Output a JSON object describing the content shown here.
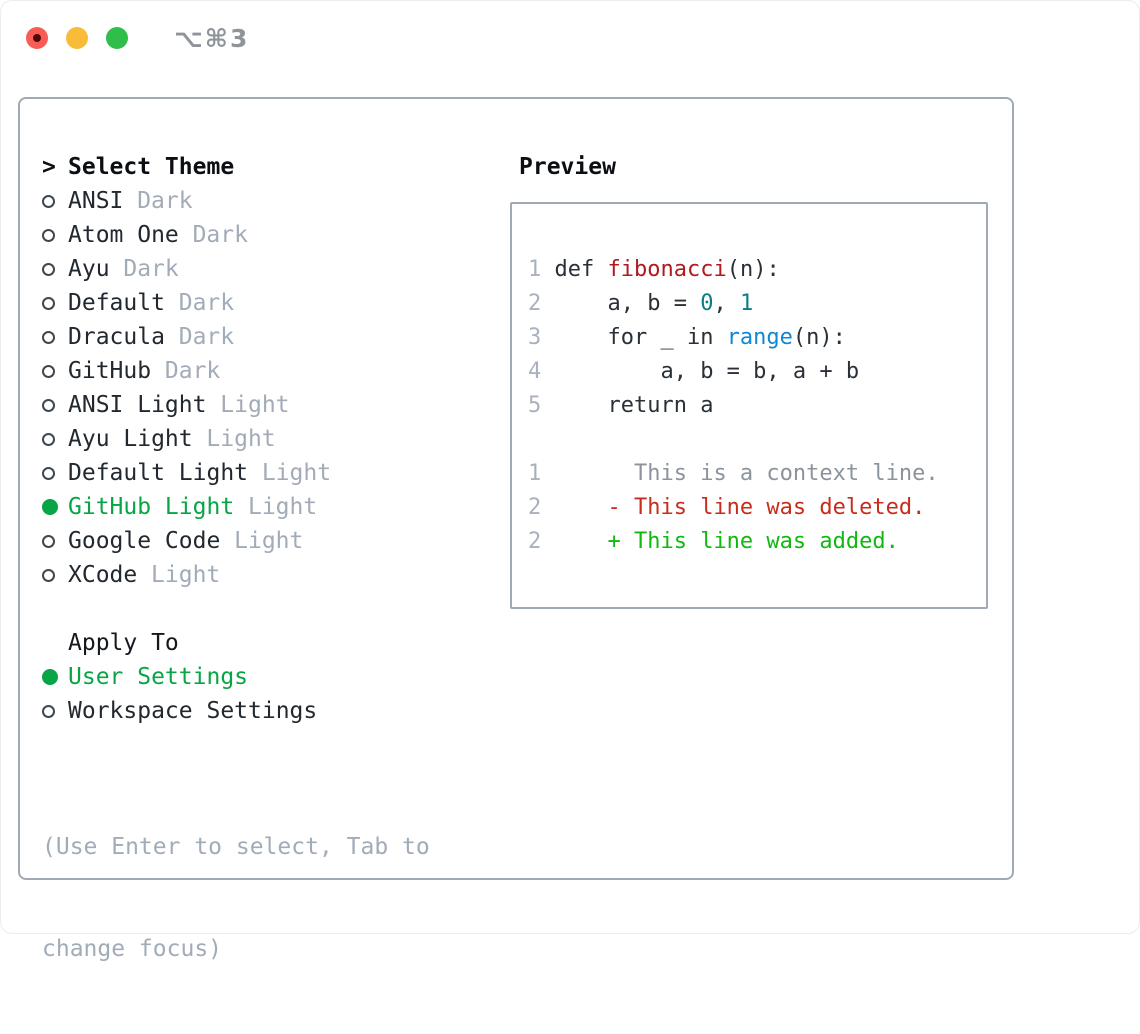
{
  "titlebar": {
    "title": "⌥⌘3",
    "buttons": [
      "close",
      "minimize",
      "zoom"
    ]
  },
  "theme_panel": {
    "prompt": ">",
    "header": "Select Theme",
    "items": [
      {
        "name": "ANSI",
        "variant": "Dark",
        "selected": false
      },
      {
        "name": "Atom One",
        "variant": "Dark",
        "selected": false
      },
      {
        "name": "Ayu",
        "variant": "Dark",
        "selected": false
      },
      {
        "name": "Default",
        "variant": "Dark",
        "selected": false
      },
      {
        "name": "Dracula",
        "variant": "Dark",
        "selected": false
      },
      {
        "name": "GitHub",
        "variant": "Dark",
        "selected": false
      },
      {
        "name": "ANSI Light",
        "variant": "Light",
        "selected": false
      },
      {
        "name": "Ayu Light",
        "variant": "Light",
        "selected": false
      },
      {
        "name": "Default Light",
        "variant": "Light",
        "selected": false
      },
      {
        "name": "GitHub Light",
        "variant": "Light",
        "selected": true
      },
      {
        "name": "Google Code",
        "variant": "Light",
        "selected": false
      },
      {
        "name": "XCode",
        "variant": "Light",
        "selected": false
      }
    ]
  },
  "apply_panel": {
    "header": "Apply To",
    "items": [
      {
        "name": "User Settings",
        "selected": true
      },
      {
        "name": "Workspace Settings",
        "selected": false
      }
    ]
  },
  "hint": {
    "line1": "(Use Enter to select, Tab to",
    "line2": "change focus)"
  },
  "preview": {
    "header": "Preview",
    "code_lines": [
      {
        "num": "1",
        "segments": [
          {
            "text": "def ",
            "color": "code"
          },
          {
            "text": "fibonacci",
            "color": "function"
          },
          {
            "text": "(n):",
            "color": "code"
          }
        ]
      },
      {
        "num": "2",
        "segments": [
          {
            "text": "    a, b = ",
            "color": "code"
          },
          {
            "text": "0",
            "color": "number"
          },
          {
            "text": ", ",
            "color": "code"
          },
          {
            "text": "1",
            "color": "number"
          }
        ]
      },
      {
        "num": "3",
        "segments": [
          {
            "text": "    for _ in ",
            "color": "code"
          },
          {
            "text": "range",
            "color": "builtin"
          },
          {
            "text": "(n):",
            "color": "code"
          }
        ]
      },
      {
        "num": "4",
        "segments": [
          {
            "text": "        a, b = b, a + b",
            "color": "code"
          }
        ]
      },
      {
        "num": "5",
        "segments": [
          {
            "text": "    return a",
            "color": "code"
          }
        ]
      },
      {
        "num": "",
        "segments": []
      },
      {
        "num": "1",
        "segments": [
          {
            "text": "      This is a context line.",
            "color": "context"
          }
        ]
      },
      {
        "num": "2",
        "segments": [
          {
            "text": "    - This line was deleted.",
            "color": "deleted"
          }
        ]
      },
      {
        "num": "2",
        "segments": [
          {
            "text": "    + This line was added.",
            "color": "added"
          }
        ]
      }
    ]
  },
  "colors": {
    "text_primary": "#22282f",
    "muted": "#a2abb8",
    "selected_green": "#08a546",
    "radio_outline": "#40474f",
    "panel_border": "#a0a9b5",
    "title_gray": "#8f949b",
    "traffic_red": "#f85c54",
    "traffic_yellow": "#f8bc38",
    "traffic_green": "#2fbe4a",
    "line_number": "#a8b1bd",
    "code": "#2a3038",
    "function": "#b0191e",
    "number": "#0c7d87",
    "builtin": "#1087d2",
    "context": "#8b939d",
    "deleted": "#c82d1c",
    "added": "#10b910"
  }
}
